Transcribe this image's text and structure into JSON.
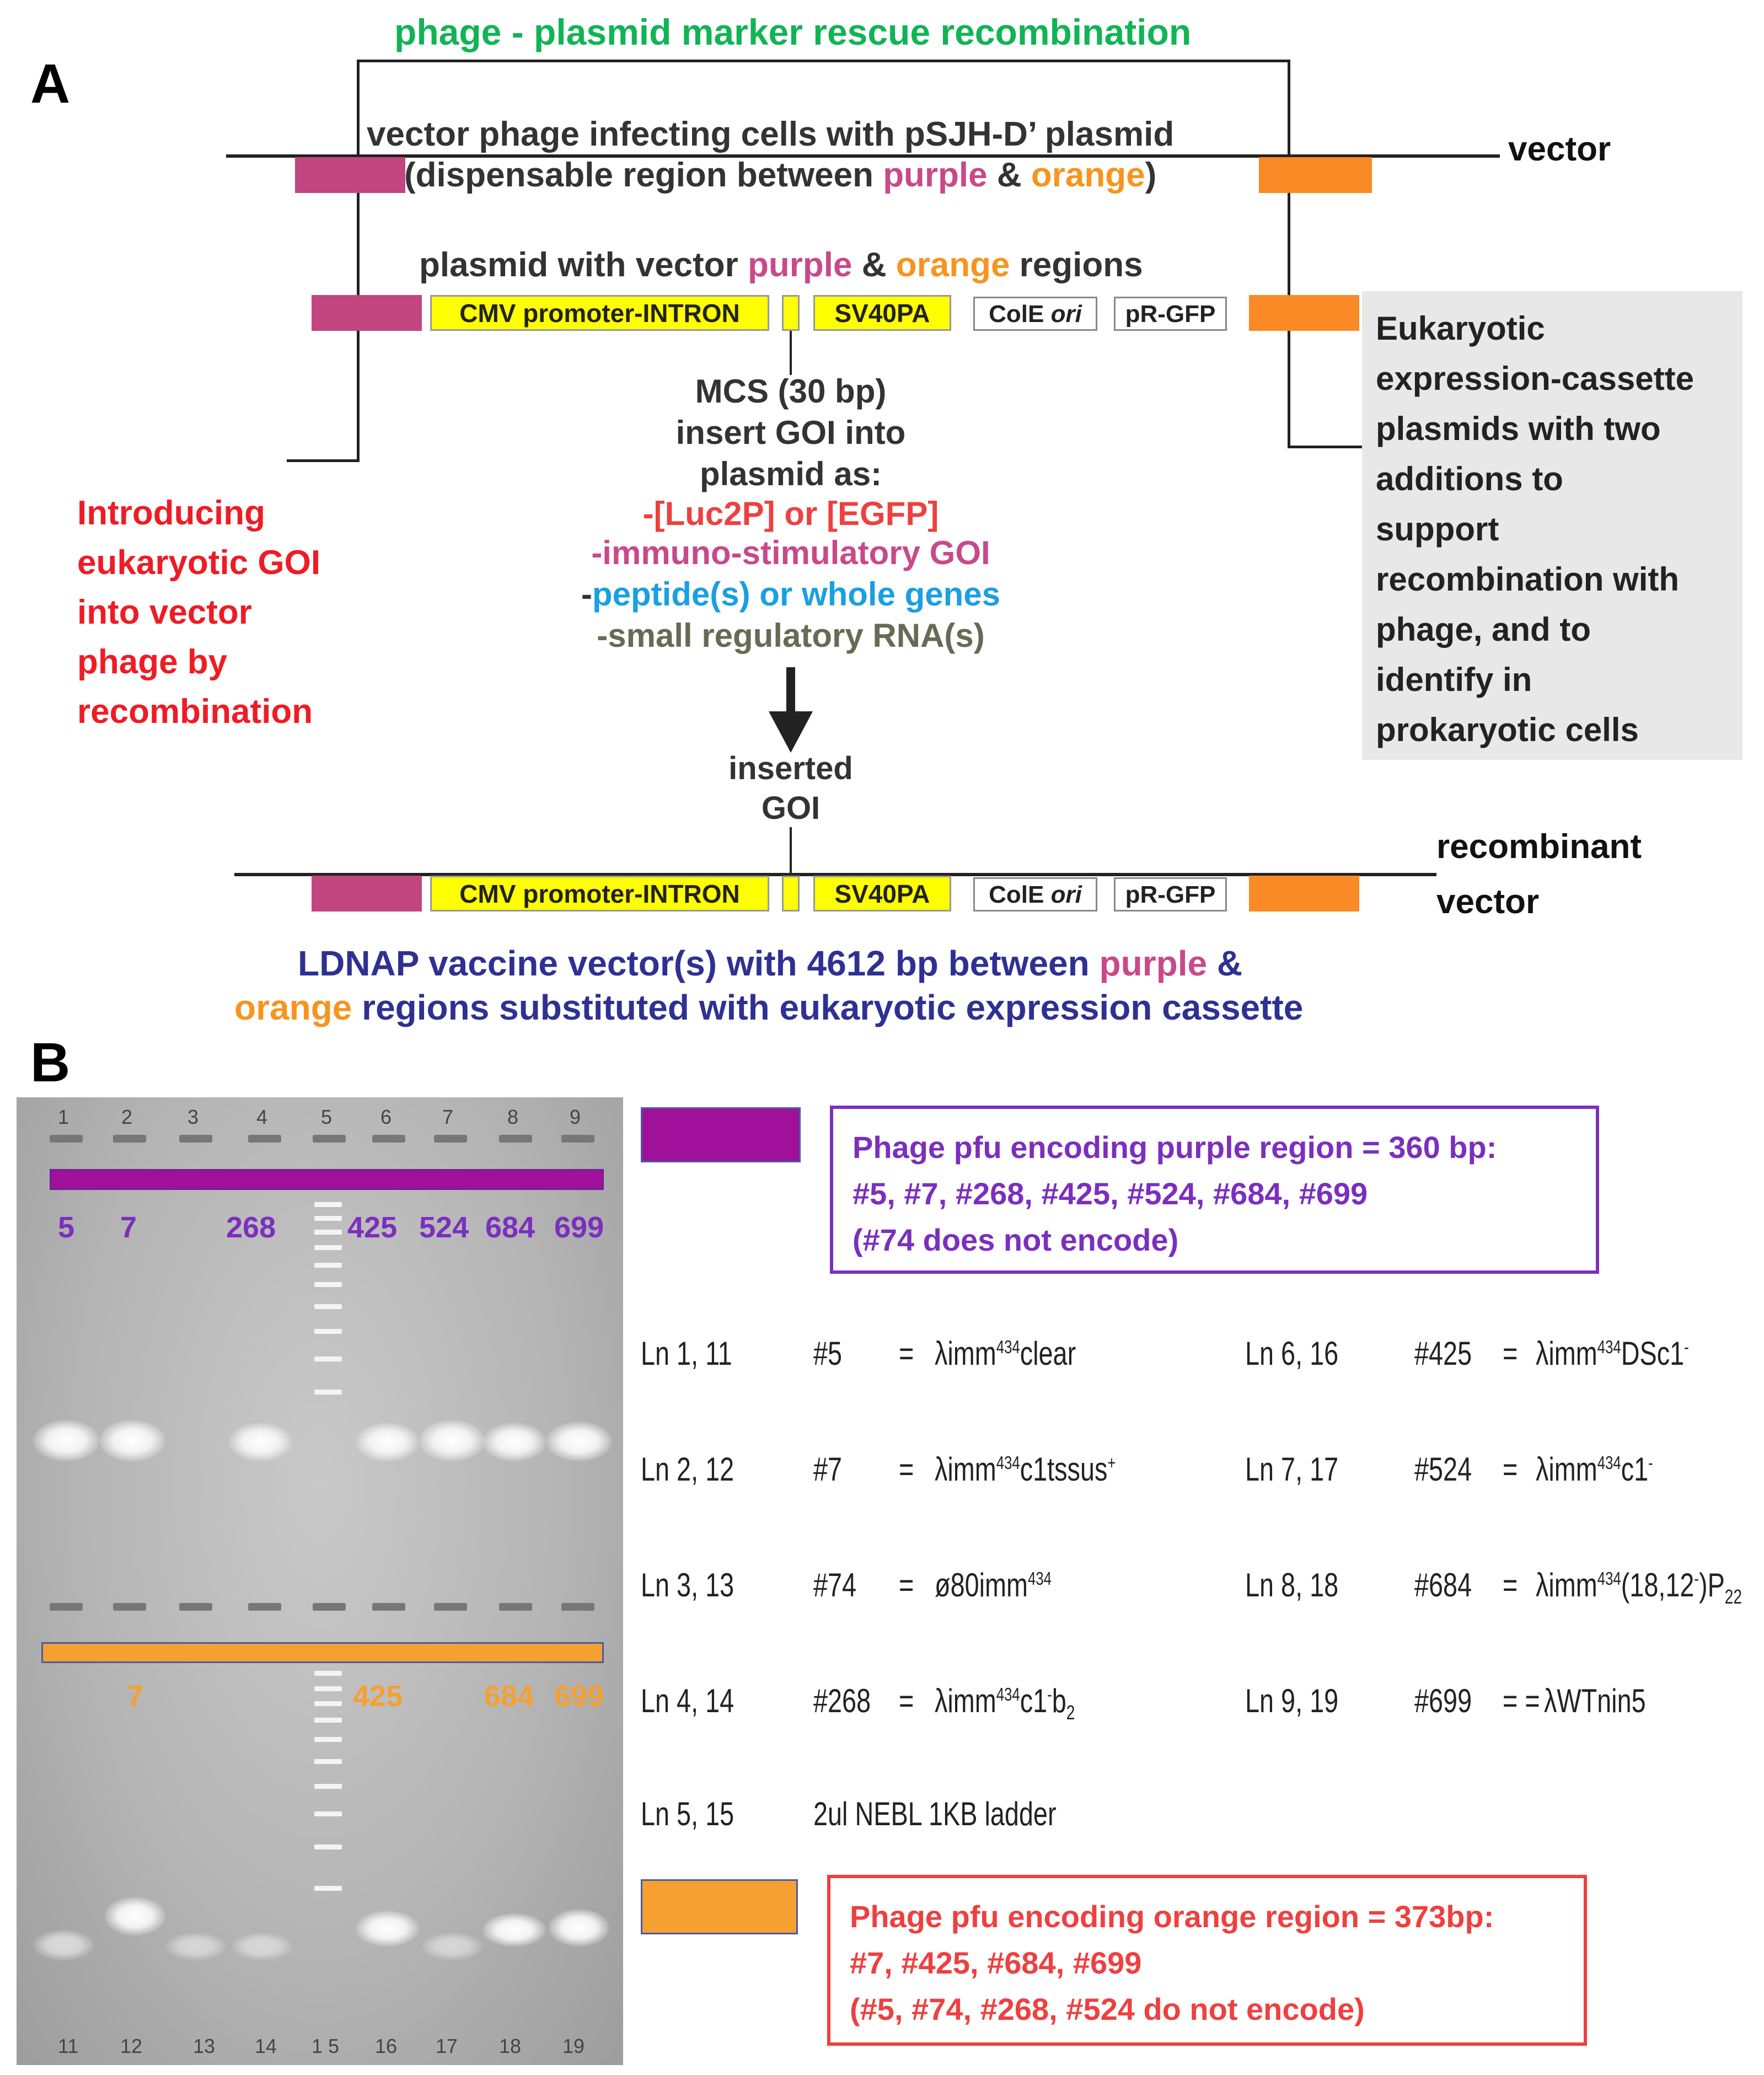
{
  "panelA": {
    "label": "A",
    "top_title": "phage - plasmid marker rescue recombination",
    "vector_phage_line1": "vector phage infecting cells with pSJH-D’ plasmid",
    "vector_phage_line2_a": "(dispensable region between ",
    "purple_word": "purple",
    "amp": " & ",
    "orange_word": "orange",
    "close_paren": ")",
    "vector_label": "vector",
    "plasmid_line_a": "plasmid with vector ",
    "plasmid_line_b": " regions",
    "cassette": {
      "cmv": "CMV promoter-INTRON",
      "sv40": "SV40PA",
      "cole": "ColE ",
      "ori": "ori",
      "prgfp": "pR-GFP"
    },
    "mcs": "MCS (30 bp)",
    "insert1": "insert GOI into",
    "insert2": "plasmid as:",
    "goi_luc": "-[Luc2P] or [EGFP]",
    "goi_immuno": "-immuno-stimulatory GOI",
    "goi_peptide_dash": "-",
    "goi_peptide": "peptide(s) or whole genes",
    "goi_rna": "-small regulatory RNA(s)",
    "inserted": "inserted",
    "goi": "GOI",
    "recombinant": "recombinant",
    "recomb_vector": "vector",
    "left_red": [
      "Introducing",
      "eukaryotic GOI",
      "into vector",
      "phage by",
      "recombination"
    ],
    "grey_box": [
      "Eukaryotic",
      "expression-cassette",
      "plasmids with two",
      "additions to",
      "support",
      "recombination with",
      "phage, and to",
      "identify in",
      "prokaryotic cells"
    ],
    "ldnap_line1": "LDNAP vaccine vector(s) with 4612 bp between ",
    "ldnap_line1_purple": "purple",
    "ldnap_line1_amp": " &",
    "ldnap_line2_orange": "orange",
    "ldnap_line2": " regions substituted with eukaryotic expression cassette"
  },
  "panelB": {
    "label": "B",
    "top_lanes": [
      "1",
      "2",
      "3",
      "4",
      "5",
      "6",
      "7",
      "8",
      "9"
    ],
    "bottom_lanes": [
      "11",
      "12",
      "13",
      "14",
      "1 5",
      "16",
      "17",
      "18",
      "19"
    ],
    "purple_labels": [
      "5",
      "7",
      "268",
      "425",
      "524",
      "684",
      "699"
    ],
    "orange_labels": [
      "7",
      "425",
      "684",
      "699"
    ],
    "purple_box": [
      "Phage pfu encoding purple region = 360 bp:",
      "#5, #7, #268, #425, #524, #684, #699",
      "(#74 does not encode)"
    ],
    "orange_box": [
      "Phage pfu encoding orange region = 373bp:",
      "#7, #425, #684, #699",
      "(#5, #74, #268, #524 do not encode)"
    ],
    "legend": {
      "r1": {
        "ln": "Ln 1, 11",
        "id": "#5",
        "eq": "=",
        "name": "λimm",
        "sup": "434",
        "rest": "clear"
      },
      "r2": {
        "ln": "Ln 2, 12",
        "id": "#7",
        "eq": "=",
        "name": "λimm",
        "sup": "434",
        "rest": "c1tssus",
        "sup2": "+"
      },
      "r3": {
        "ln": "Ln 3, 13",
        "id": "#74",
        "eq": "=",
        "name": "ø80imm",
        "sup": "434"
      },
      "r4": {
        "ln": "Ln 4, 14",
        "id": "#268",
        "eq": "=",
        "name": "λimm",
        "sup": "434",
        "rest": "c1",
        "sup2": "-",
        "rest2": "b",
        "sub": "2"
      },
      "r5": {
        "ln": "Ln 5, 15",
        "text": "2ul NEBL 1KB ladder"
      },
      "r6": {
        "ln": "Ln 6, 16",
        "id": "#425",
        "eq": "=",
        "name": "λimm",
        "sup": "434",
        "rest": "DSc1",
        "sup2": "-"
      },
      "r7": {
        "ln": "Ln 7, 17",
        "id": "#524",
        "eq": "=",
        "name": "λimm",
        "sup": "434",
        "rest": "c1",
        "sup2": "-"
      },
      "r8": {
        "ln": "Ln 8, 18",
        "id": "#684",
        "eq": "=",
        "name": "λimm",
        "sup": "434",
        "rest": "(18,12",
        "sup2": "-",
        "rest2": ")P",
        "sub": "22"
      },
      "r9": {
        "ln": "Ln 9, 19",
        "id": "#699",
        "eq": "= =",
        "name": "λWTnin5"
      }
    }
  },
  "colors": {
    "purple_region": "#c2457f",
    "orange_region": "#f98a25",
    "title_green": "#11b454",
    "red": "#ee1c25",
    "purple_text": "#c8498a",
    "orange_text": "#f7941d",
    "navy": "#2e3192",
    "blue": "#1aa0e0",
    "grey_text": "#686a55",
    "gel_purple": "#a0109a",
    "gel_purple_text": "#7b2fbe",
    "gel_orange": "#f5a030"
  }
}
